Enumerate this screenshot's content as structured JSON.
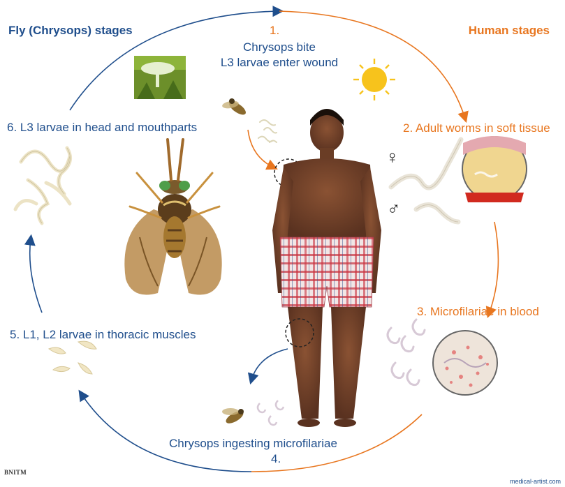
{
  "headers": {
    "fly_stages": "Fly (Chrysops) stages",
    "human_stages": "Human stages"
  },
  "steps": {
    "s1_number": "1.",
    "s1_line1": "Chrysops bite",
    "s1_line2": "L3 larvae enter wound",
    "s2": "2. Adult worms in soft tissue",
    "s3": "3. Microfilariae in blood",
    "s4_text": "Chrysops ingesting microfilariae",
    "s4_number": "4.",
    "s5": "5. L1, L2 larvae in thoracic muscles",
    "s6": "6. L3 larvae in head and mouthparts"
  },
  "symbols": {
    "female": "♀",
    "male": "♂"
  },
  "credits": {
    "left_logo": "BNITM",
    "right_logo": "medical-artist.com"
  },
  "colors": {
    "fly_blue": "#1f4e8c",
    "human_orange": "#e8761f"
  }
}
